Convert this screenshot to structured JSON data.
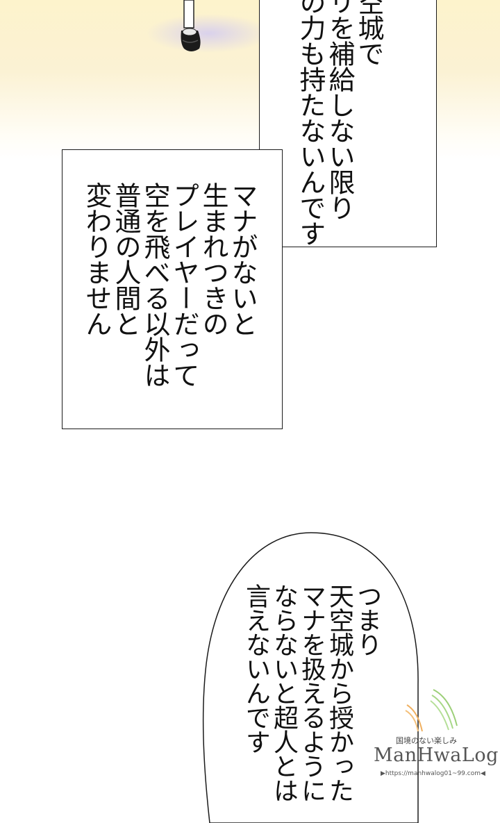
{
  "panel1": {
    "caption": "空城で\nリを補給しない限り\nの力も持たないんです"
  },
  "panel2": {
    "caption": "マナがないと\n生まれつきの\nプレイヤーだって\n空を飛べる以外は\n普通の人間と\n変わりません"
  },
  "bubble": {
    "text": "つまり\n天空城から授かった\nマナを扱えるように\nならないと超人とは\n言えないんです"
  },
  "watermark": {
    "tagline": "国境のない楽しみ",
    "brand": "ManHwaLog",
    "url": "▶https://manhwalog01~99.com◀"
  },
  "colors": {
    "sky_top": "#fdf3cc",
    "haze": "#d9d1ec",
    "ink": "#111111"
  }
}
